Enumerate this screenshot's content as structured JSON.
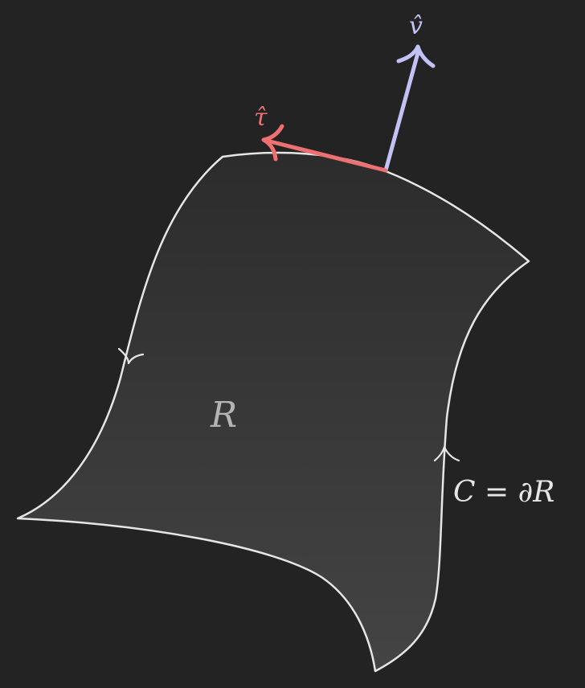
{
  "diagram": {
    "region_label": "R",
    "boundary_label": "C = ∂R",
    "tangent_label": "τ̂",
    "normal_label": "v̂",
    "colors": {
      "background": "#232323",
      "region_fill_top": "#2c2c2c",
      "region_fill_bottom": "#444444",
      "boundary": "#e6e6e6",
      "region_label": "#b4b4b4",
      "boundary_label": "#e6e6e6",
      "tangent": "#ef7070",
      "normal": "#c2c2f6"
    }
  }
}
